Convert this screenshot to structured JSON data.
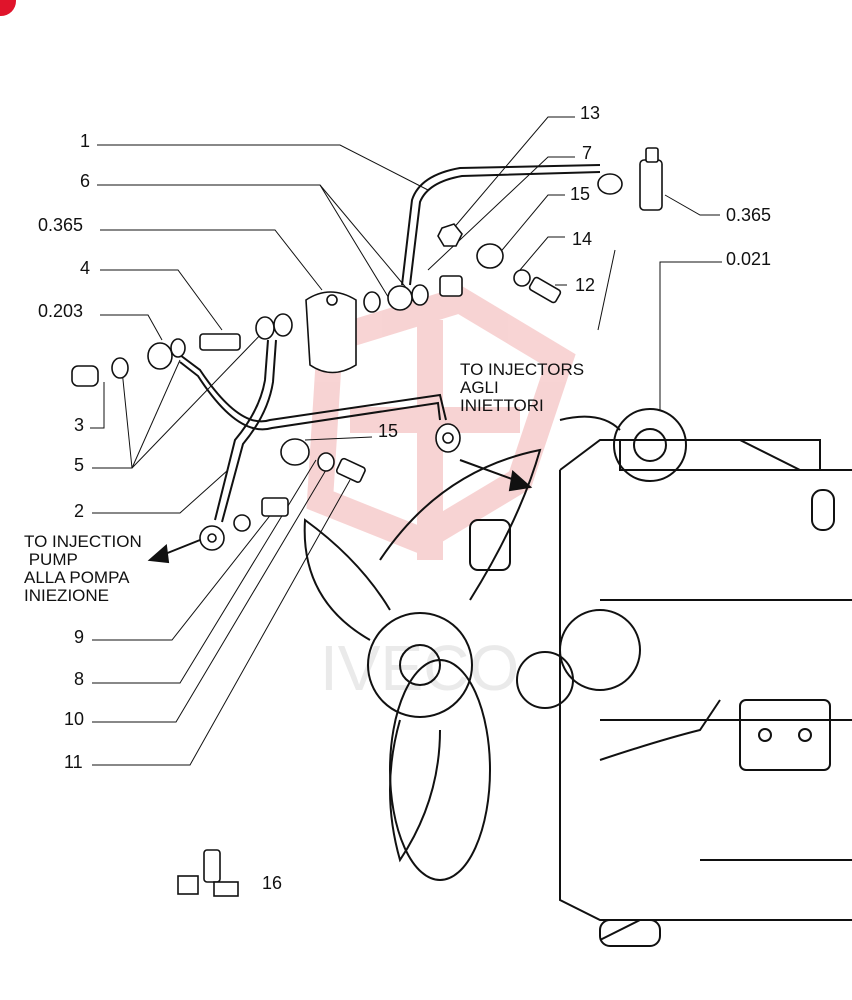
{
  "colors": {
    "corner_mark": "#e0142b",
    "watermark": "#f2b0b0",
    "line": "#111111"
  },
  "callouts": {
    "c1": "1",
    "c6": "6",
    "c0365_left": "0.365",
    "c4": "4",
    "c0203": "0.203",
    "c3": "3",
    "c5": "5",
    "c2": "2",
    "c9": "9",
    "c8": "8",
    "c10": "10",
    "c11": "11",
    "c13": "13",
    "c7": "7",
    "c15_top": "15",
    "c14": "14",
    "c12": "12",
    "c0365_right": "0.365",
    "c0021": "0.021",
    "c15_mid": "15",
    "c16": "16"
  },
  "notes": {
    "to_injectors": "TO INJECTORS\nAGLI\nINIETTORI",
    "to_pump": "TO INJECTION\n PUMP\nALLA POMPA\nINIEZIONE"
  }
}
